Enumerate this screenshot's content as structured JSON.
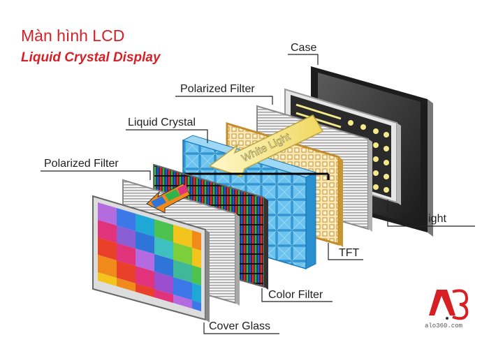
{
  "title": {
    "main": "Màn hình LCD",
    "sub": "Liquid Crystal Display"
  },
  "layers": {
    "case": "Case",
    "polarizer_back": "Polarized Filter",
    "liquid_crystal": "Liquid Crystal",
    "polarizer_front": "Polarized Filter",
    "backlight": "Backlight",
    "tft": "TFT",
    "color_filter": "Color Filter",
    "cover_glass": "Cover Glass"
  },
  "arrow_label": "White Light",
  "brand": {
    "logo_text": "alo360.com",
    "logo_mark": "A3"
  },
  "colors": {
    "title": "#d71f26",
    "case_frame": "#2a2a2a",
    "lc_blue": "#3aa2dc",
    "tft_gold": "#d8a03a",
    "light_arrow": "#f3e58a"
  }
}
